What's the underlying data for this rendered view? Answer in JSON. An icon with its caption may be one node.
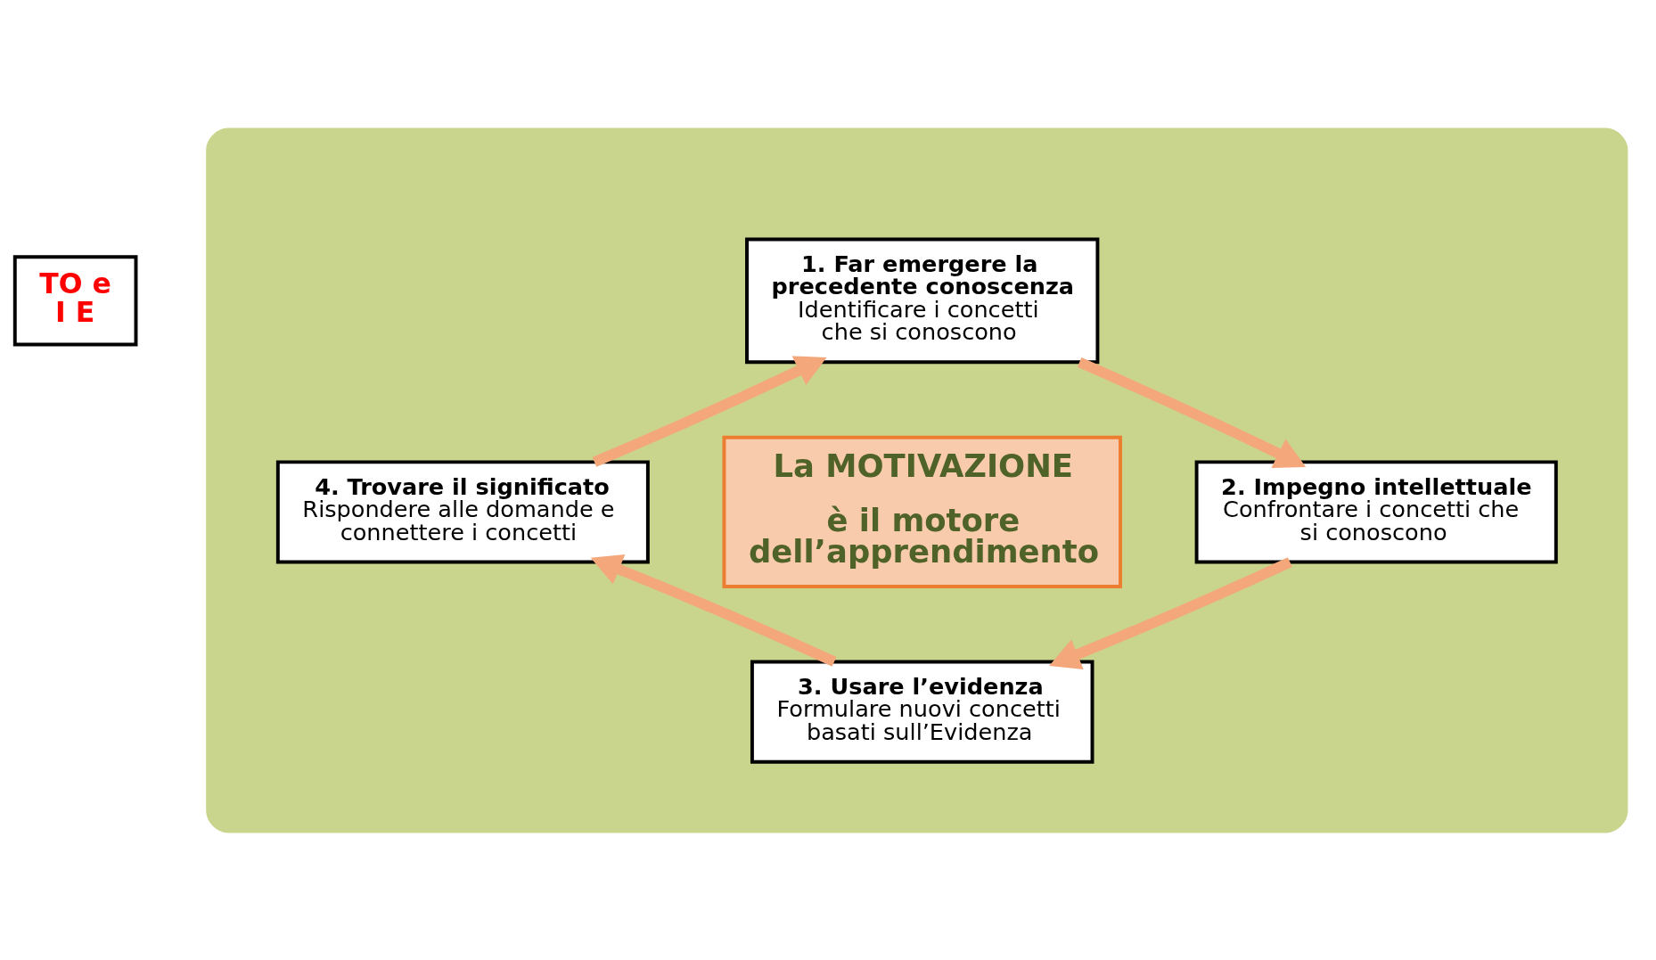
{
  "diagram": {
    "nodes": [
      {
        "text": [
          "TO e I E"
        ]
      },
      {
        "text": [],
        "shape": "ellipse"
      },
      {
        "text": [
          "1. Far emergere la precedente conoscenza",
          "Identificare i concetti che si conoscono"
        ],
        "in": 1
      },
      {
        "text": [
          "La MOTIVAZIONE",
          "è il motore dell’apprendimento"
        ],
        "in": 1
      },
      {
        "text": [
          "2. Impegno intellettuale",
          "Confrontare i concetti che si conoscono"
        ],
        "in": 1
      },
      {
        "text": [
          "3. Usare l’evidenza",
          "Formulare nuovi concetti basati sull’Evidenza"
        ],
        "in": 1
      },
      {
        "text": [
          "4. Trovare il significato",
          "Rispondere alle domande e connettere i concetti"
        ],
        "in": 1
      }
    ],
    "edges": [
      {
        "from": 2,
        "to": 4,
        "arrow": "to"
      },
      {
        "from": 4,
        "to": 5,
        "arrow": "to"
      },
      {
        "from": 5,
        "to": 6,
        "arrow": "to"
      },
      {
        "from": 6,
        "to": 2,
        "arrow": "to"
      }
    ]
  }
}
